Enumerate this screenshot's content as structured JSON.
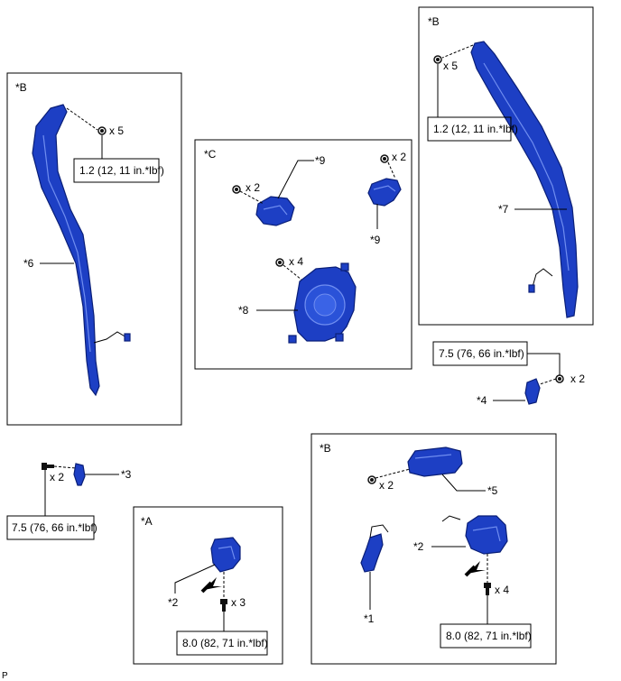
{
  "panels": {
    "left_b": {
      "tag": "*B"
    },
    "center_c": {
      "tag": "*C"
    },
    "right_b": {
      "tag": "*B"
    },
    "bottom_a": {
      "tag": "*A"
    },
    "bottom_b": {
      "tag": "*B"
    }
  },
  "parts": {
    "p1": "*1",
    "p2_a": "*2",
    "p2_b": "*2",
    "p3": "*3",
    "p4": "*4",
    "p5": "*5",
    "p6": "*6",
    "p7": "*7",
    "p8": "*8",
    "p9_left": "*9",
    "p9_right": "*9"
  },
  "quantities": {
    "left_b_clip": "x 5",
    "right_b_clip": "x 5",
    "c_left_clip": "x 2",
    "c_right_clip": "x 2",
    "c_center_clip": "x 4",
    "p4_bolt": "x 2",
    "p3_bolt": "x 2",
    "a_bolt": "x 3",
    "b_clip": "x 2",
    "b_bolt": "x 4"
  },
  "torques": {
    "left_b": "1.2 (12, 11 in.*lbf)",
    "right_b": "1.2 (12, 11 in.*lbf)",
    "p4": "7.5 (76, 66 in.*lbf)",
    "p3": "7.5 (76, 66 in.*lbf)",
    "a": "8.0 (82, 71 in.*lbf)",
    "b": "8.0 (82, 71 in.*lbf)"
  },
  "footer": {
    "code": "P"
  }
}
